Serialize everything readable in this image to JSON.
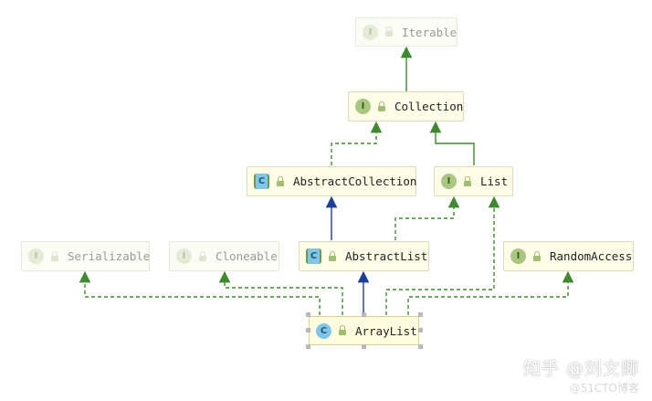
{
  "diagram": {
    "nodes": {
      "iterable": {
        "kind": "I",
        "label": "Iterable"
      },
      "collection": {
        "kind": "I",
        "label": "Collection"
      },
      "abstract_collection": {
        "kind": "C",
        "label": "AbstractCollection"
      },
      "list": {
        "kind": "I",
        "label": "List"
      },
      "serializable": {
        "kind": "I",
        "label": "Serializable"
      },
      "cloneable": {
        "kind": "I",
        "label": "Cloneable"
      },
      "abstract_list": {
        "kind": "C",
        "label": "AbstractList"
      },
      "random_access": {
        "kind": "I",
        "label": "RandomAccess"
      },
      "array_list": {
        "kind": "C",
        "label": "ArrayList"
      }
    },
    "relations": [
      {
        "from": "Collection",
        "to": "Iterable",
        "type": "extends"
      },
      {
        "from": "AbstractCollection",
        "to": "Collection",
        "type": "implements"
      },
      {
        "from": "List",
        "to": "Collection",
        "type": "extends"
      },
      {
        "from": "AbstractList",
        "to": "AbstractCollection",
        "type": "extends-class"
      },
      {
        "from": "AbstractList",
        "to": "List",
        "type": "implements"
      },
      {
        "from": "ArrayList",
        "to": "AbstractList",
        "type": "extends-class"
      },
      {
        "from": "ArrayList",
        "to": "Serializable",
        "type": "implements"
      },
      {
        "from": "ArrayList",
        "to": "Cloneable",
        "type": "implements"
      },
      {
        "from": "ArrayList",
        "to": "List",
        "type": "implements"
      },
      {
        "from": "ArrayList",
        "to": "RandomAccess",
        "type": "implements"
      }
    ],
    "colors": {
      "implements_edge": "#3f8a2e",
      "extends_edge": "#3f8a2e",
      "class_extends_edge": "#1d3f9c"
    }
  },
  "watermark": {
    "line1": "知乎 @刘文卿",
    "line2": "@51CTO博客"
  }
}
